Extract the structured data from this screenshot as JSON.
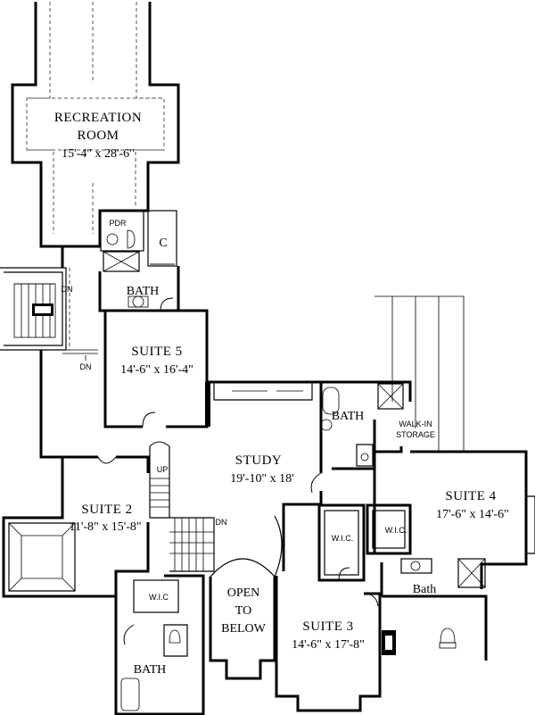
{
  "rooms": {
    "recreation": {
      "name_line1": "RECREATION",
      "name_line2": "ROOM",
      "dims": "15'-4\" x 28'-6\""
    },
    "pdr": {
      "name": "PDR"
    },
    "closet": {
      "name": "C"
    },
    "bath_top": {
      "name": "BATH"
    },
    "suite5": {
      "name": "SUITE 5",
      "dims": "14'-6\" x 16'-4\""
    },
    "study": {
      "name": "STUDY",
      "dims": "19'-10\" x 18'"
    },
    "bath_mid": {
      "name": "BATH"
    },
    "walkin": {
      "name_line1": "WALK-IN",
      "name_line2": "STORAGE"
    },
    "suite4": {
      "name": "SUITE 4",
      "dims": "17'-6\" x 14'-6\""
    },
    "suite2": {
      "name": "SUITE 2",
      "dims": "11'-8\" x 15'-8\""
    },
    "wic_left": {
      "name": "W.I.C."
    },
    "wic_mid": {
      "name": "W.I.C."
    },
    "wic_small": {
      "name": "W.I.C"
    },
    "bath_s4": {
      "name": "Bath"
    },
    "open": {
      "line1": "OPEN",
      "line2": "TO",
      "line3": "BELOW"
    },
    "suite3": {
      "name": "SUITE 3",
      "dims": "14'-6\" x 17'-8\""
    },
    "bath_bottom": {
      "name": "BATH"
    }
  },
  "stairs": {
    "dn_left": "DN",
    "dn_hall": "DN",
    "up": "UP",
    "dn_center": "DN"
  }
}
